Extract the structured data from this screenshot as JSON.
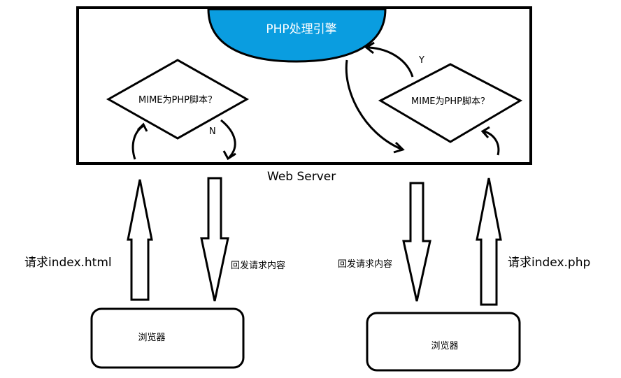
{
  "server": {
    "label": "Web Server",
    "engine_label": "PHP处理引擎",
    "engine_color": "#0a9de0"
  },
  "left_flow": {
    "decision_label": "MIME为PHP脚本？",
    "no_label": "N",
    "request_label": "请求index.html",
    "response_label": "回发请求内容",
    "browser_label": "浏览器"
  },
  "right_flow": {
    "decision_label": "MIME为PHP脚本？",
    "yes_label": "Y",
    "request_label": "请求index.php",
    "response_label": "回发请求内容",
    "browser_label": "浏览器"
  },
  "colors": {
    "stroke": "#000000",
    "background": "#ffffff",
    "engine_text": "#ffffff"
  }
}
